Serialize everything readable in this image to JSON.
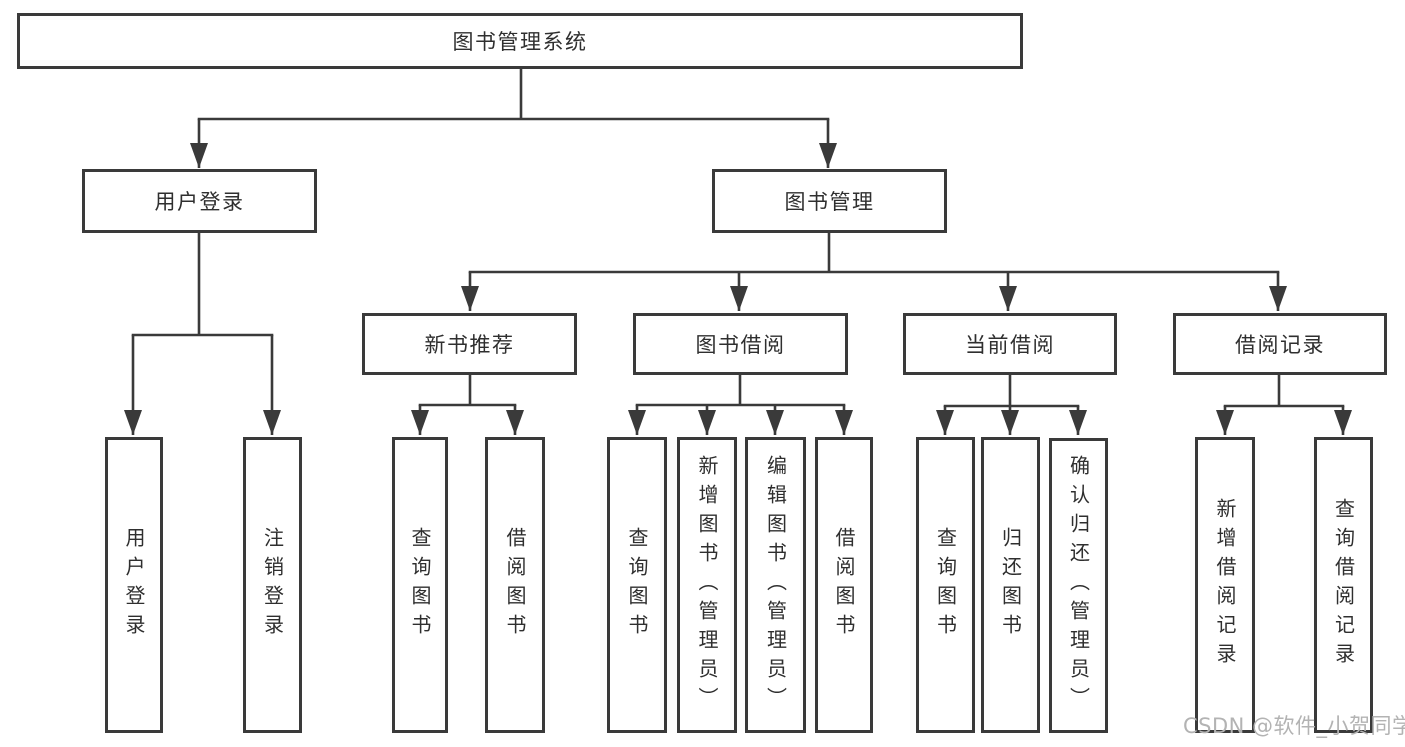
{
  "diagram": {
    "type": "hierarchy-tree",
    "colors": {
      "line": "#3a3a3a",
      "box_border": "#3a3a3a",
      "text": "#2f2f2f",
      "background": "#ffffff",
      "watermark": "#b3b3b3"
    },
    "tree": {
      "label": "图书管理系统",
      "children": [
        {
          "label": "用户登录",
          "children": [
            {
              "label": "用户登录"
            },
            {
              "label": "注销登录"
            }
          ]
        },
        {
          "label": "图书管理",
          "children": [
            {
              "label": "新书推荐",
              "children": [
                {
                  "label": "查询图书"
                },
                {
                  "label": "借阅图书"
                }
              ]
            },
            {
              "label": "图书借阅",
              "children": [
                {
                  "label": "查询图书"
                },
                {
                  "label": "新增图书（管理员）"
                },
                {
                  "label": "编辑图书（管理员）"
                },
                {
                  "label": "借阅图书"
                }
              ]
            },
            {
              "label": "当前借阅",
              "children": [
                {
                  "label": "查询图书"
                },
                {
                  "label": "归还图书"
                },
                {
                  "label": "确认归还（管理员）"
                }
              ]
            },
            {
              "label": "借阅记录",
              "children": [
                {
                  "label": "新增借阅记录"
                },
                {
                  "label": "查询借阅记录"
                }
              ]
            }
          ]
        }
      ]
    },
    "watermark": {
      "text": "CSDN @软件_小贺同学"
    }
  }
}
